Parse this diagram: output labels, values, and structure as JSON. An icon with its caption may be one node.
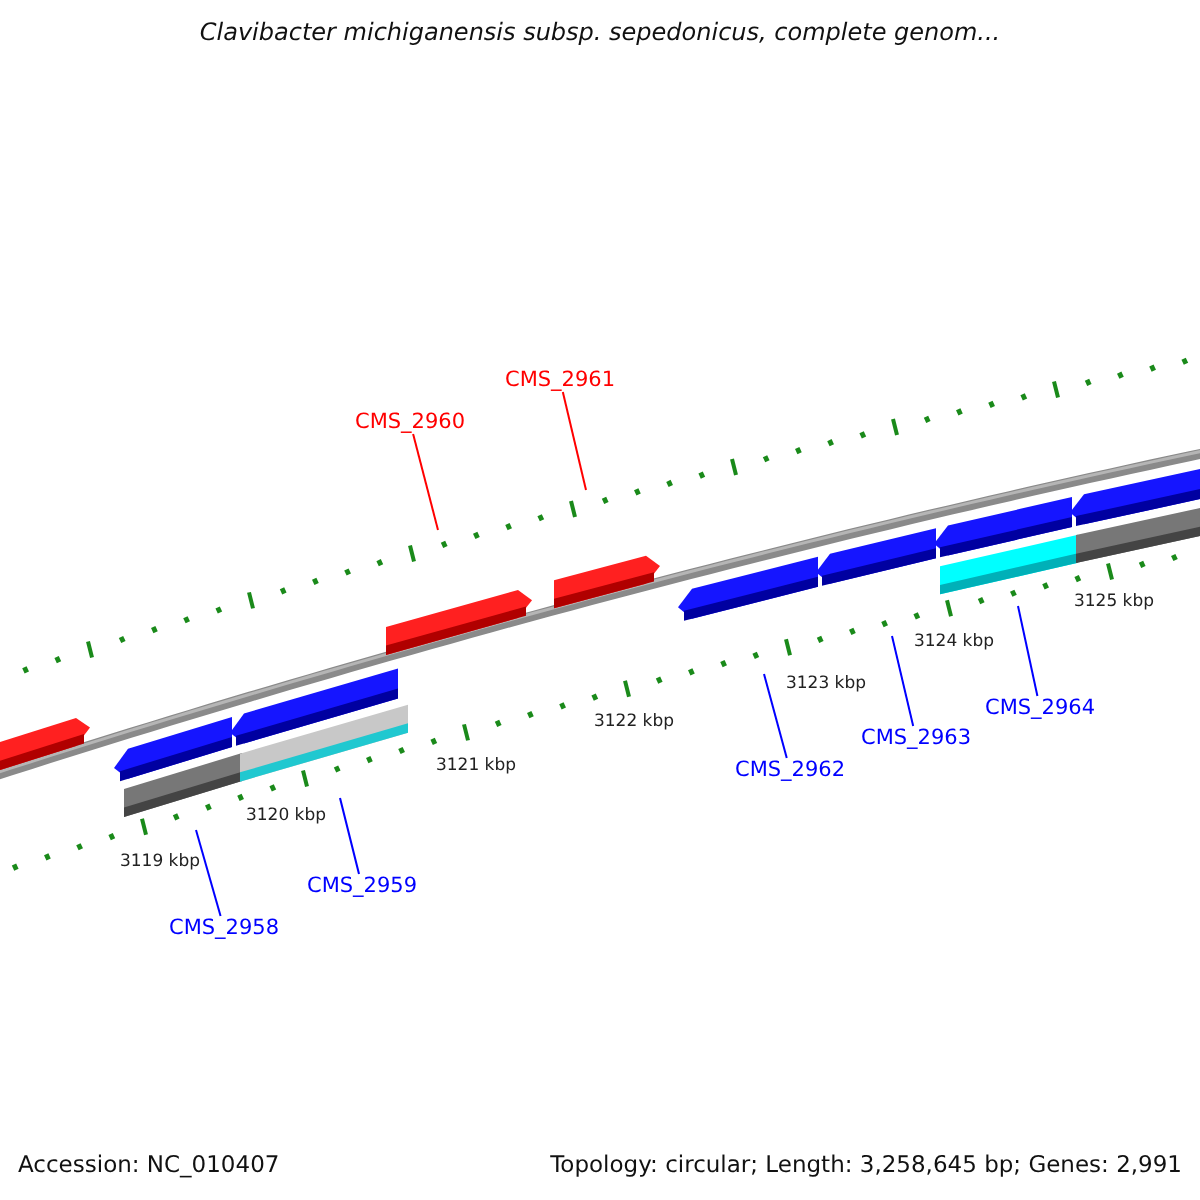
{
  "diagram": {
    "title": "Clavibacter michiganensis subsp. sepedonicus, complete genom...",
    "nodes": [
      {
        "text": [
          "CMS_2961"
        ]
      },
      {
        "text": [
          "CMS_2960"
        ]
      },
      {
        "text": [
          "CMS_2964"
        ]
      },
      {
        "text": [
          "CMS_2963"
        ]
      },
      {
        "text": [
          "CMS_2962"
        ]
      },
      {
        "text": [
          "CMS_2959"
        ]
      },
      {
        "text": [
          "CMS_2958"
        ]
      }
    ],
    "edges": [
      {
        "from": 0,
        "to": null,
        "arrow": "none",
        "color": "#ff0000"
      },
      {
        "from": 1,
        "to": null,
        "arrow": "none",
        "color": "#ff0000"
      },
      {
        "from": 2,
        "to": null,
        "arrow": "none"
      },
      {
        "from": 3,
        "to": null,
        "arrow": "none"
      },
      {
        "from": 4,
        "to": null,
        "arrow": "none"
      },
      {
        "from": 5,
        "to": null,
        "arrow": "none"
      },
      {
        "from": 6,
        "to": null,
        "arrow": "none"
      }
    ],
    "labels": [
      "3125 kbp",
      "3124 kbp",
      "3123 kbp",
      "3122 kbp",
      "3121 kbp",
      "3120 kbp",
      "3119 kbp",
      "Accession: NC_010407",
      "Topology: circular; Length: 3,258,645 bp; Genes: 2,991"
    ]
  }
}
